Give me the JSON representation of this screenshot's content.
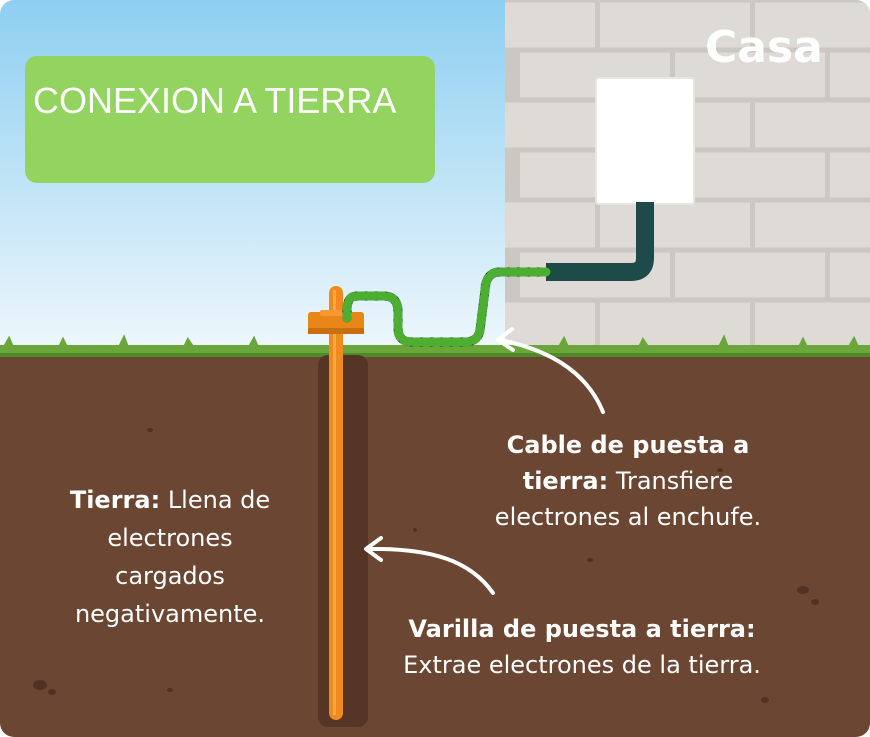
{
  "title": "CONEXION A TIERRA",
  "house_label": "Casa",
  "labels": {
    "earth": {
      "term": "Tierra:",
      "text": "Llena de electrones cargados negativamente."
    },
    "cable": {
      "term": "Cable de puesta a tierra:",
      "text": "Transfiere electrones al enchufe."
    },
    "rod": {
      "term": "Varilla de puesta a tierra:",
      "text": "Extrae electrones de la tierra."
    }
  },
  "colors": {
    "sky_top": "#9ad3f2",
    "sky_bottom": "#e8f4fb",
    "brick_wall": "#dedbd7",
    "soil": "#6b4632",
    "grass": "#6aa63a",
    "rod": "#f08a1d",
    "cable_green": "#4caf32",
    "conduit": "#1f4a4a",
    "title_box": "#93d35f"
  }
}
